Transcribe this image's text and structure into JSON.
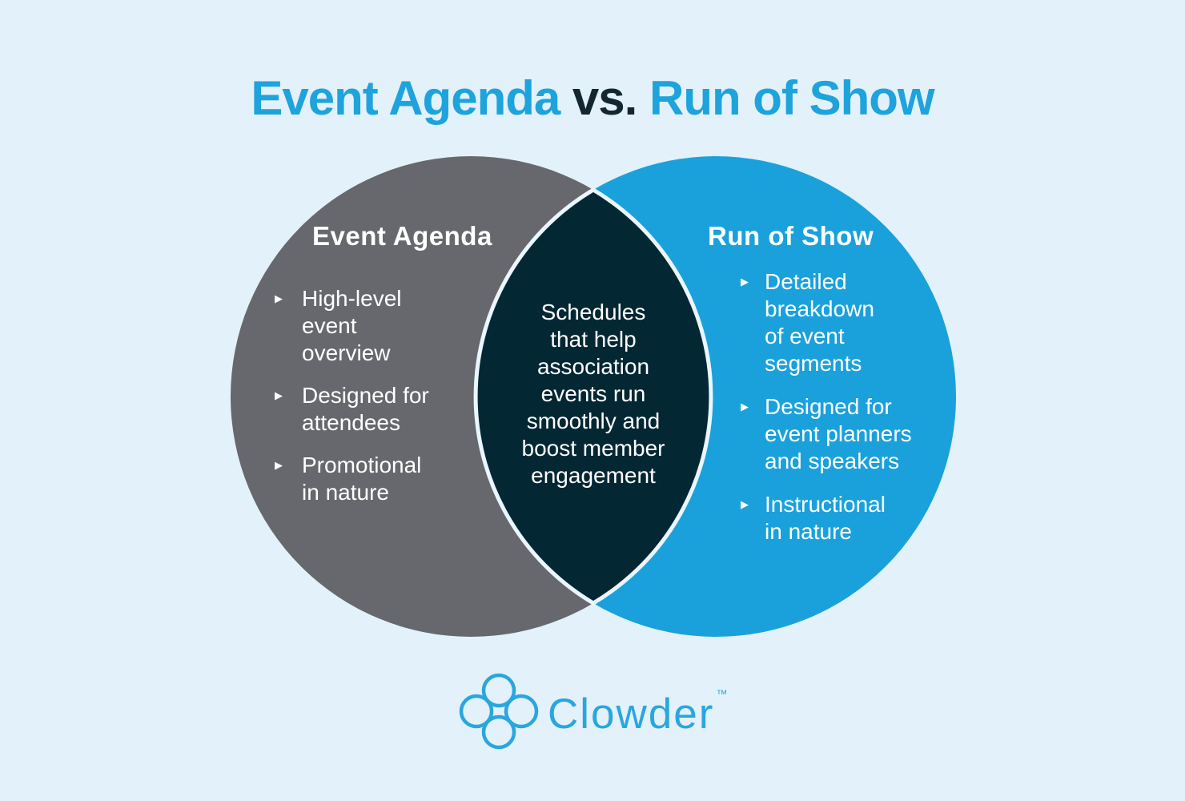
{
  "title": {
    "segment_blue_1": "Event Agenda",
    "segment_dark": " vs. ",
    "segment_blue_2": "Run of Show"
  },
  "diagram": {
    "bullet_icon": "▶",
    "left": {
      "heading": "Event Agenda",
      "bullets": [
        "High-level\nevent\noverview",
        "Designed for\nattendees",
        "Promotional\nin nature"
      ]
    },
    "right": {
      "heading": "Run of Show",
      "bullets": [
        "Detailed\nbreakdown\nof event\nsegments",
        "Designed for\nevent planners\nand speakers",
        "Instructional\nin nature"
      ]
    },
    "overlap": {
      "text": "Schedules\nthat help\nassociation\nevents run\nsmoothly and\nboost member\nengagement"
    }
  },
  "footer": {
    "brand": "Clowder",
    "trademark": "™"
  },
  "colors": {
    "background": "#E3F1FA",
    "left_circle": "#66686D",
    "right_circle": "#1AA1DB",
    "overlap_fill": "#032733",
    "overlap_outline": "#EAF6FD",
    "title_accent": "#1EA3DC",
    "title_dark": "#132730",
    "logo_blue": "#29A6DE",
    "text_on_circles": "#FFFFFF"
  }
}
